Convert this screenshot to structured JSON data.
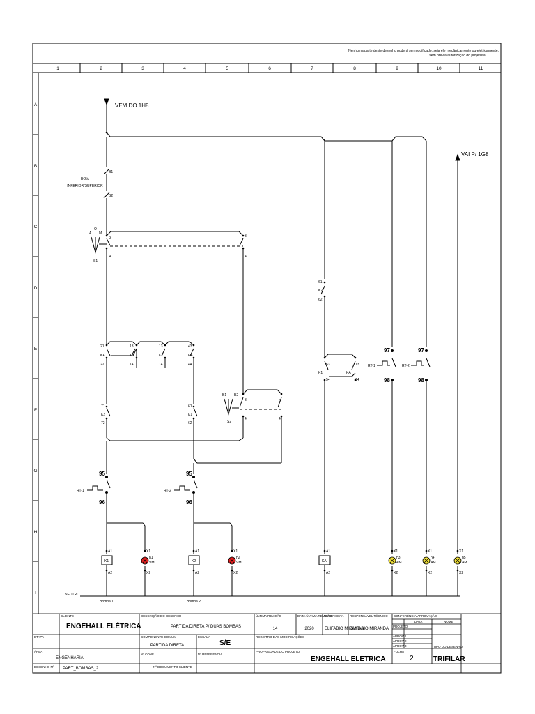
{
  "notice": {
    "line1": "Nenhuma parte deste desenho poderá ser modificado, seja ele mecânicamente ou eletricamente,",
    "line2": "sem prévia autorização do projetista."
  },
  "columns": [
    "1",
    "2",
    "3",
    "4",
    "5",
    "6",
    "7",
    "8",
    "9",
    "10",
    "11"
  ],
  "rows": [
    "A",
    "B",
    "C",
    "D",
    "E",
    "F",
    "G",
    "H",
    "I"
  ],
  "labels": {
    "from": "VEM DO 1H8",
    "to": "VAI P/ 1G8",
    "float_l1": "BOIA",
    "float_l2": "INFERIOR/SUPERIOR",
    "neutral": "NEUTRO",
    "pump1": "Bomba 1",
    "pump2": "Bomba 2"
  },
  "contacts": {
    "b1": "B1",
    "b2": "B2",
    "a": "A",
    "o": "O",
    "m": "M",
    "s1": "S1",
    "s2": "S2",
    "n3": "3",
    "n4": "4",
    "n13": "13",
    "n14": "14",
    "n21": "21",
    "n22": "22",
    "n43": "43",
    "n44": "44",
    "n53": "53",
    "n54": "54",
    "n61": "61",
    "n62": "62",
    "n71": "71",
    "n72": "72",
    "n95": "95",
    "n96": "96",
    "n97": "97",
    "n98": "98",
    "k1": "K1",
    "k2": "K2",
    "ka": "KA",
    "rt1": "RT-1",
    "rt2": "RT-2",
    "a1": "A1",
    "a2": "A2",
    "x1": "X1",
    "x2": "X2",
    "h1": "h1",
    "h2": "h2",
    "h3": "h3",
    "h4": "h4",
    "h5": "h5",
    "vm": "VM",
    "am": "AM"
  },
  "title_block": {
    "client_label": "CLIENTE",
    "client": "ENGEHALL ELÉTRICA",
    "desc_label": "DESCRIÇÃO DO DESENHO",
    "desc": "PARTIDA DIRETA P/ DUAS BOMBAS",
    "rev_label": "ÚLTIMA REVISÃO",
    "rev": "14",
    "date_label": "DATA ÚLTIMA REVISÃO",
    "date": "2020",
    "drawn_label": "DESENHISTA",
    "drawn": "ELIFABIO MIRANDA",
    "tech_label": "RESPONSÁVEL TÉCNICO",
    "tech": "ELIFABIO MIRANDA",
    "mod_label": "CONFERÊNCIA/APROVAÇÃO",
    "data_col": "DATA",
    "name_col": "NOME",
    "proj": "PROJETO",
    "appr1": "APROV 1",
    "appr2": "APROV 2",
    "appr3": "APROV 3",
    "stage": "ETAPA",
    "stage_val": "",
    "comp_label": "COMPONENTE COMUM",
    "comp": "PARTIDA DIRETA",
    "scale_label": "ESCALA",
    "scale": "S/E",
    "coord_label": "REGISTRO DAS MODIFICAÇÕES",
    "area_label": "ÁREA",
    "area": "ENGENHARIA",
    "nconf_label": "Nº CONF",
    "nref_label": "Nº REFERÊNCIA",
    "owner_label": "PROPRIEDADE DO PROJETO",
    "owner": "ENGEHALL ELÉTRICA",
    "sheet_label": "FOLHA",
    "sheet": "2",
    "type_label": "TIPO DO DESENHO",
    "type": "TRIFILAR",
    "drawing_label": "DESENHO Nº",
    "drawing": "PART_BOMBAS_2",
    "file_label": "Nº DOCUMENTO CLIENTE"
  }
}
